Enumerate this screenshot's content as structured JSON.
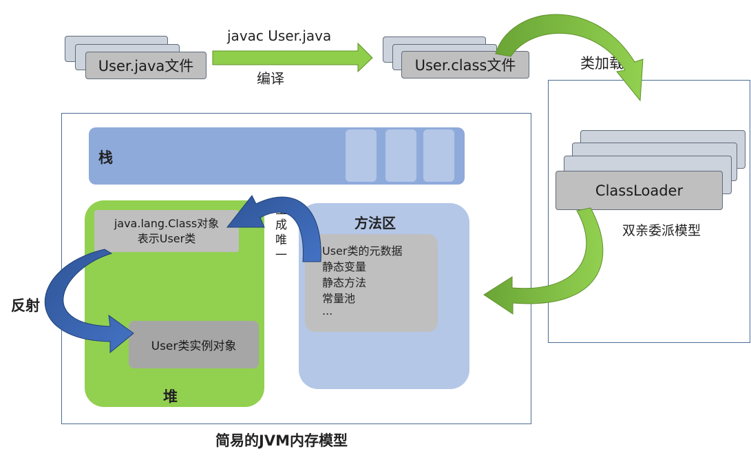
{
  "compile": {
    "source_file": "User.java文件",
    "command": "javac User.java",
    "step": "编译",
    "class_file": "User.class文件"
  },
  "class_loading": {
    "label": "类加载",
    "loader": "ClassLoader",
    "model": "双亲委派模型"
  },
  "jvm": {
    "stack": {
      "label": "栈"
    },
    "heap": {
      "label": "堆",
      "class_object_line1": "java.lang.Class对象",
      "class_object_line2": "表示User类",
      "instance": "User类实例对象"
    },
    "method_area": {
      "label": "方法区",
      "items": [
        "User类的元数据",
        "静态变量",
        "静态方法",
        "常量池",
        "..."
      ]
    },
    "generate_unique": [
      "生",
      "成",
      "唯",
      "一"
    ],
    "reflection": "反射",
    "caption": "简易的JVM内存模型"
  },
  "colors": {
    "stack_blue": "#8eaadb",
    "stack_slot": "#b4c7e7",
    "heap_green": "#92d050",
    "method_area": "#b4c7e7",
    "gray_box": "#bfbfbf",
    "green_arrow": "#8fce4a",
    "blue_arrow": "#2f5597"
  }
}
